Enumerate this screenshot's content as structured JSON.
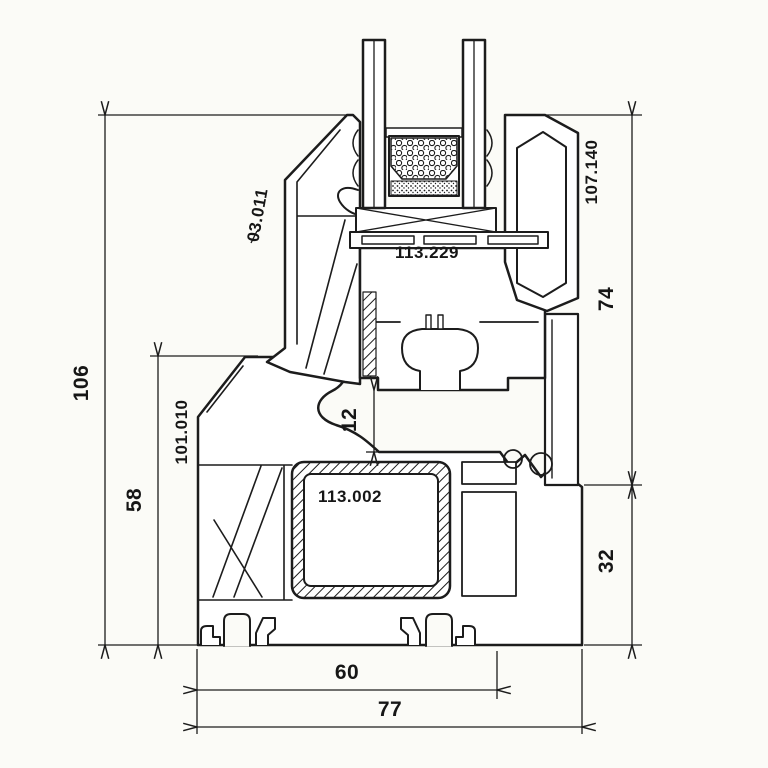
{
  "drawing": {
    "colors": {
      "line": "#1c1c1c",
      "background": "#fbfbf7"
    },
    "part_labels": {
      "sash": "03.011",
      "glazing_bead": "107.140",
      "sash_chamber": "113.229",
      "frame": "101.010",
      "steel_reinforcement": "113.002"
    },
    "dimensions": {
      "overall_height": "106",
      "frame_height": "58",
      "sash_glazing_height": "74",
      "rebate_height": "32",
      "clearance": "12",
      "inner_width": "60",
      "overall_width": "77"
    }
  }
}
